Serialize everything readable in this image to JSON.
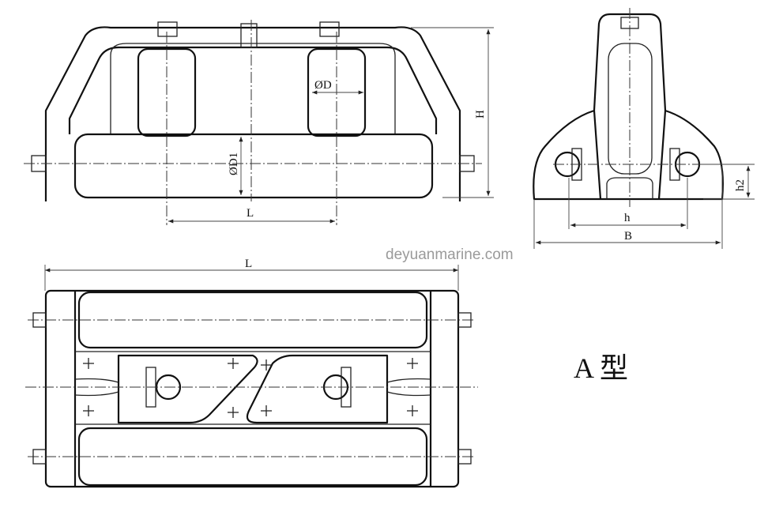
{
  "front_view": {
    "dia_roller_label": "ØD",
    "dia_main_roller_label": "ØD1",
    "length_label": "L",
    "height_label": "H"
  },
  "side_view": {
    "bolt_spacing_label": "h",
    "width_label": "B",
    "bolt_height_label": "h2"
  },
  "top_view": {
    "overall_length_label": "L"
  },
  "watermark": "deyuanmarine.com",
  "type_label": "A 型"
}
